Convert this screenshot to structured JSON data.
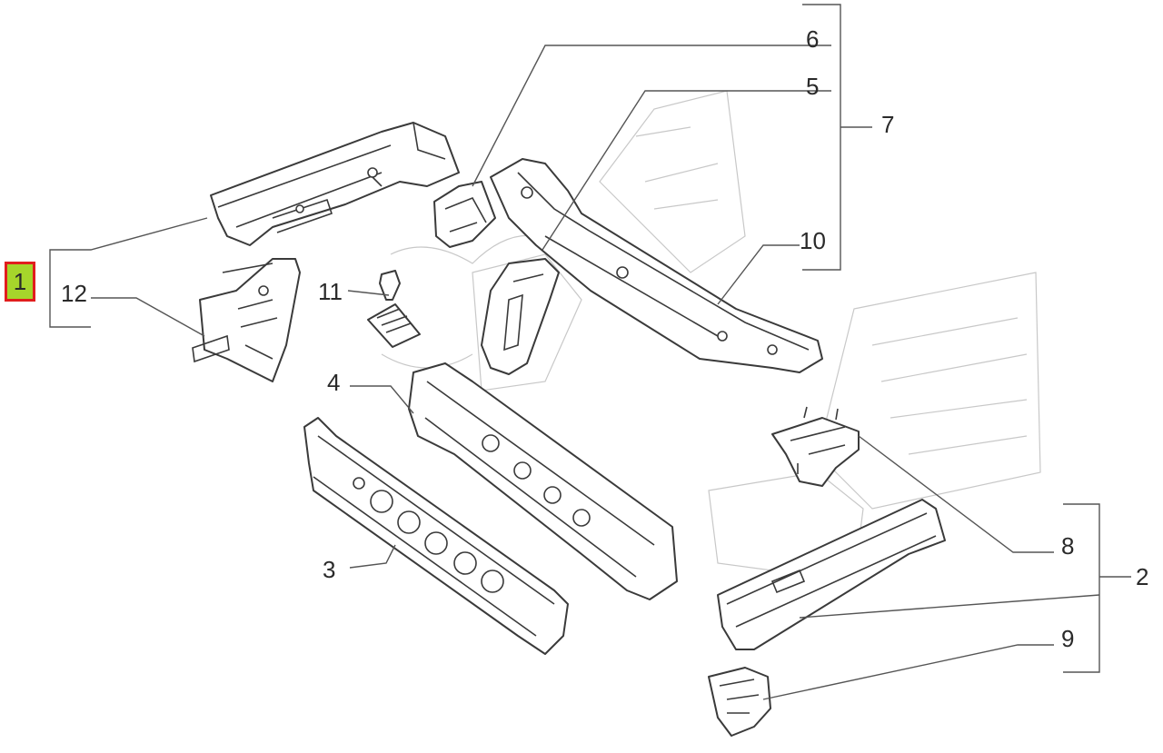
{
  "callouts": {
    "c1": "1",
    "c2": "2",
    "c3": "3",
    "c4": "4",
    "c5": "5",
    "c6": "6",
    "c7": "7",
    "c8": "8",
    "c9": "9",
    "c10": "10",
    "c11": "11",
    "c12": "12"
  },
  "colors": {
    "highlight_fill": "#a6d52b",
    "highlight_border": "#e11d1d",
    "line": "#3a3a3a"
  }
}
